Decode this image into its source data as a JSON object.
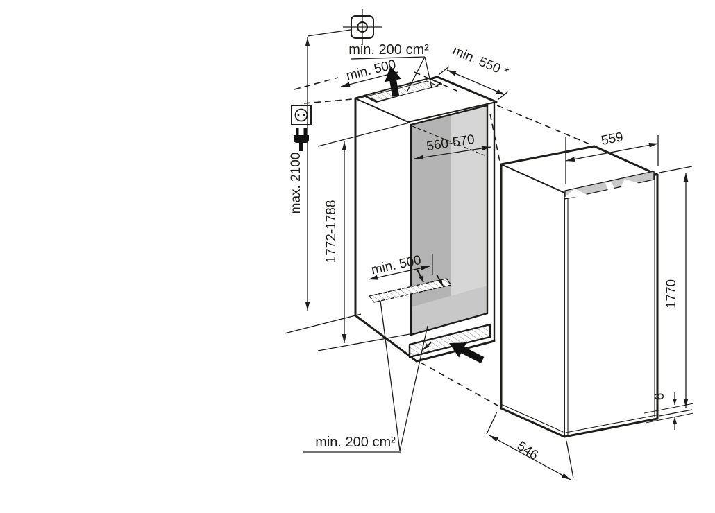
{
  "diagram": {
    "type": "appliance-installation-dimension-drawing",
    "colors": {
      "line": "#1d1d1b",
      "niche_wall_dark": "#b4b4b4",
      "niche_wall_light": "#d6d6d6",
      "niche_floor": "#c8c8c8",
      "vent_gray": "#c9c9c9",
      "background": "#ffffff"
    },
    "labels": {
      "top_vent_area": "min. 200 cm²",
      "top_clearance": "min. 500",
      "niche_depth": "min. 550 *",
      "niche_width": "560-570",
      "appliance_width": "559",
      "max_height": "max. 2100",
      "niche_height": "1772-1788",
      "floor_vent_clearance": "min. 500",
      "appliance_height": "1770",
      "door_overlap": "6",
      "appliance_depth": "546",
      "bottom_vent_area": "min. 200 cm²"
    },
    "icons": [
      "position-mark-icon",
      "power-socket-icon",
      "power-plug-icon",
      "airflow-up-arrow-icon",
      "airflow-in-arrow-icon"
    ]
  }
}
